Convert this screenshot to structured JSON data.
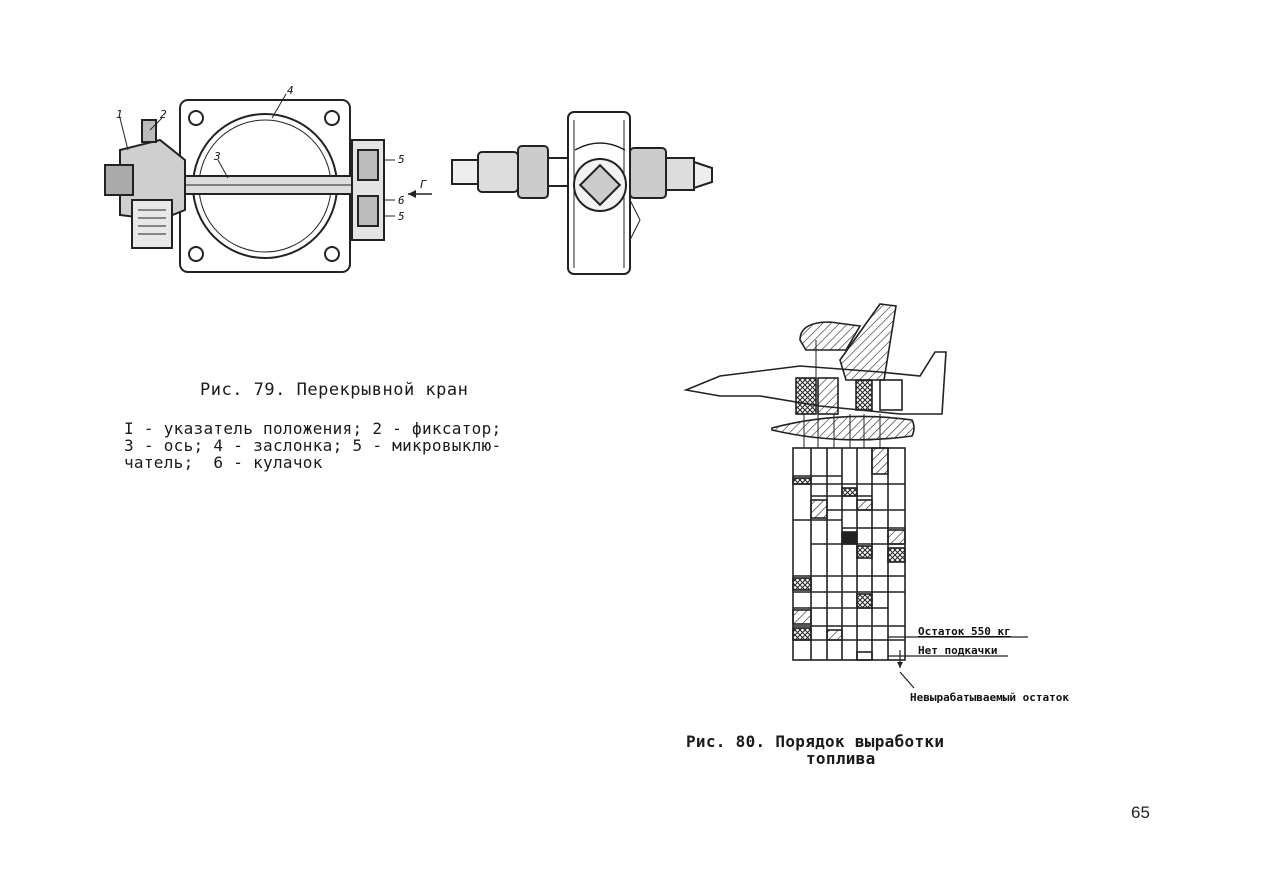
{
  "fig79": {
    "title": "Рис. 79. Перекрывной кран",
    "legend": [
      "I - указатель положения; 2 - фиксатор;",
      "3 - ось; 4 - заслонка; 5 - микровыклю-",
      "чатель;  6 - кулачок"
    ],
    "callouts": {
      "c1": "1",
      "c2": "2",
      "c3": "3",
      "c4": "4",
      "c5a": "5",
      "c6": "6",
      "c5b": "5",
      "arrow": "Г"
    }
  },
  "fig80": {
    "caption_line1": "Рис. 80. Порядок выработки",
    "caption_line2": "топлива",
    "label_remainder": "Остаток 550 кг",
    "label_no_pump": "Нет подкачки",
    "label_unusable": "Невырабатываемый остаток"
  },
  "page": {
    "number": "65"
  }
}
